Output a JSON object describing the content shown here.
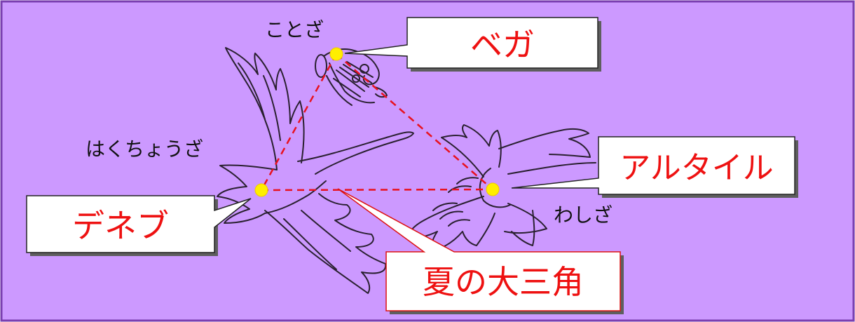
{
  "colors": {
    "background": "#cc99ff",
    "border": "#7a3fb0",
    "triangle_line": "#e8121f",
    "star": "#ffee00",
    "label_red": "#ee1111",
    "label_black": "#111111",
    "box_fill": "#ffffff"
  },
  "stars": [
    {
      "id": "vega",
      "name": "ベガ",
      "constellation": "ことざ"
    },
    {
      "id": "deneb",
      "name": "デネブ",
      "constellation": "はくちょうざ"
    },
    {
      "id": "altair",
      "name": "アルタイル",
      "constellation": "わしざ"
    }
  ],
  "triangle_label": "夏の大三角",
  "illustrations": [
    "lyre-illustration",
    "swan-illustration",
    "eagle-illustration"
  ]
}
